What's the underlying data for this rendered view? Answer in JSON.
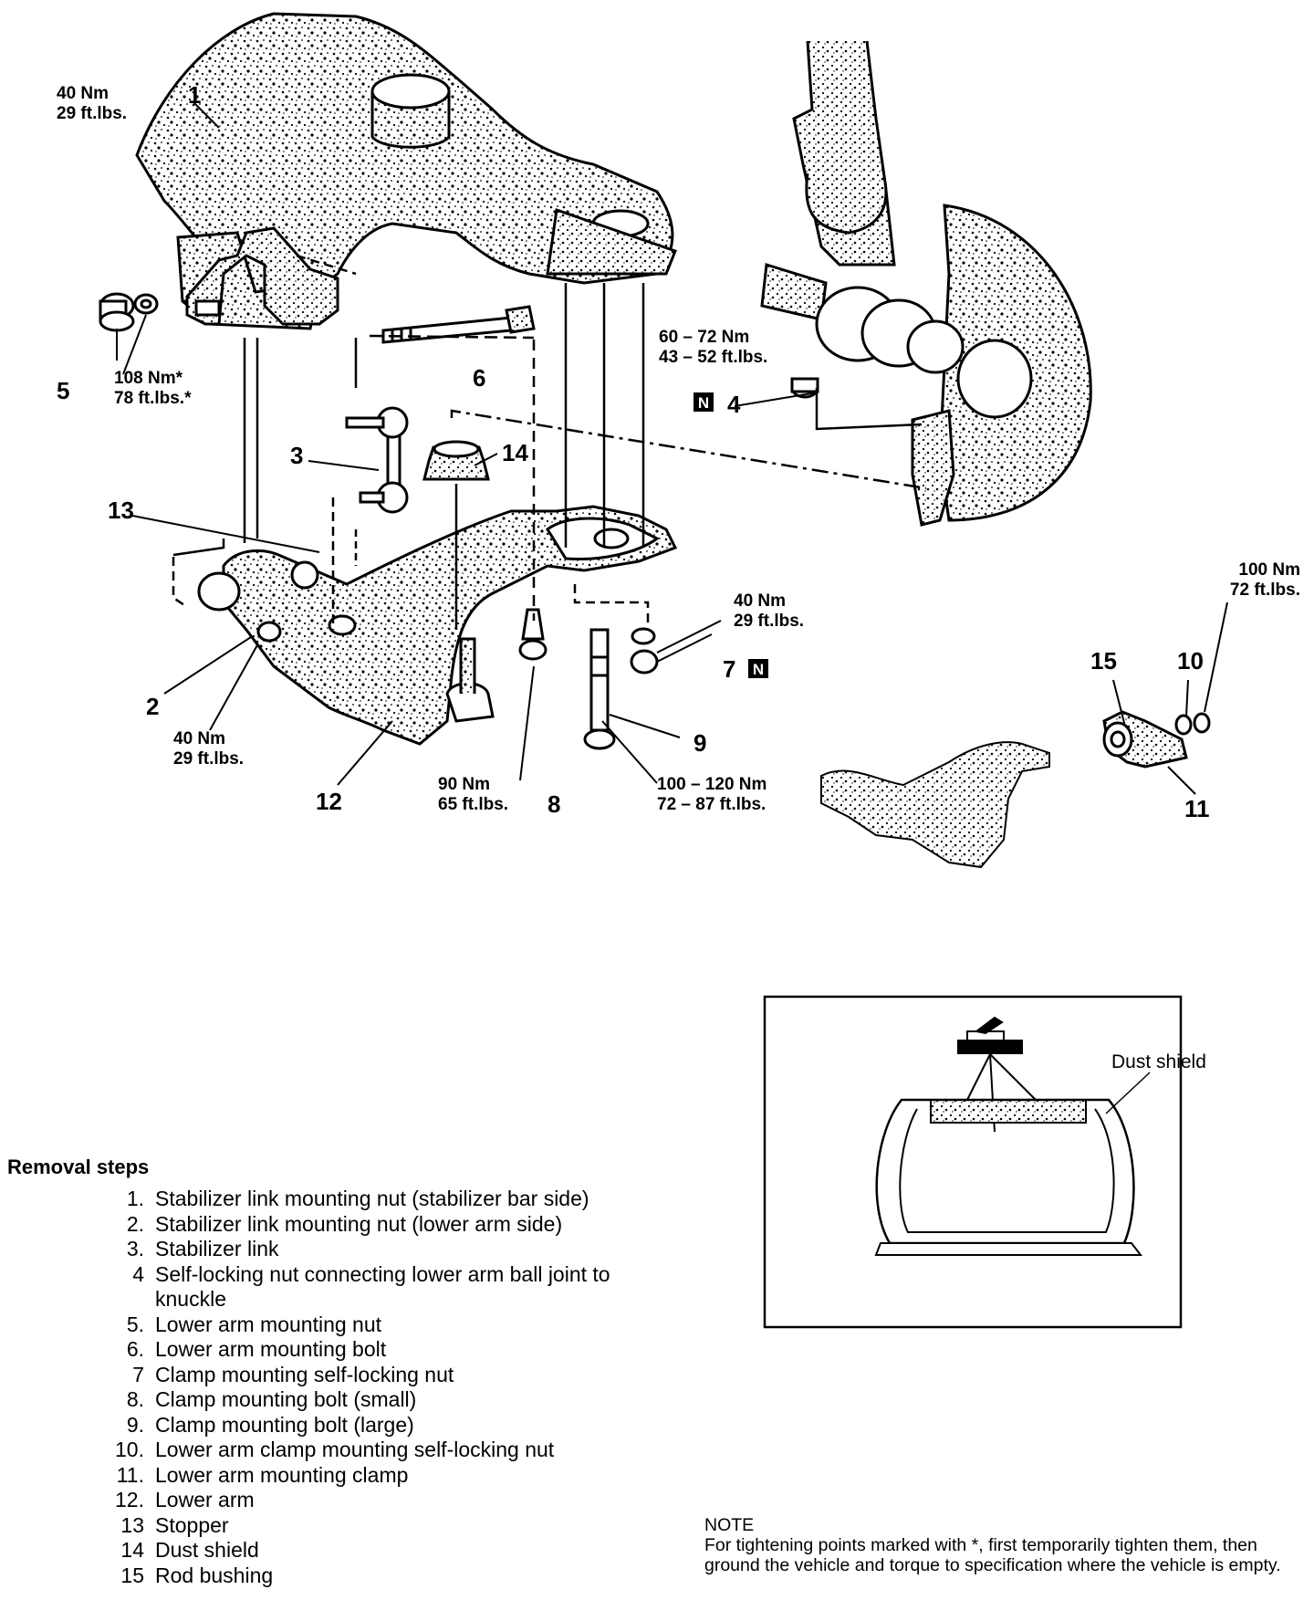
{
  "callouts": {
    "torque_1": "40 Nm\n29 ft.lbs.",
    "torque_5": "108 Nm*\n78 ft.lbs.*",
    "torque_4": "60 – 72 Nm\n43 – 52 ft.lbs.",
    "torque_7": "40 Nm\n29 ft.lbs.",
    "torque_2": "40 Nm\n29 ft.lbs.",
    "torque_8": "90 Nm\n65 ft.lbs.",
    "torque_9": "100 – 120 Nm\n72 – 87 ft.lbs.",
    "torque_10": "100 Nm\n72 ft.lbs.",
    "nut_badge": "N",
    "dust_shield_label": "Dust shield"
  },
  "part_numbers": [
    "1",
    "2",
    "3",
    "4",
    "5",
    "6",
    "7",
    "8",
    "9",
    "10",
    "11",
    "12",
    "13",
    "14",
    "15"
  ],
  "removal_steps": {
    "title": "Removal steps",
    "items": [
      {
        "n": "1.",
        "text": "Stabilizer link mounting nut (stabilizer bar side)"
      },
      {
        "n": "2.",
        "text": "Stabilizer link mounting nut (lower arm side)"
      },
      {
        "n": "3.",
        "text": "Stabilizer link"
      },
      {
        "n": "4",
        "text": "Self-locking nut connecting lower arm ball joint to knuckle"
      },
      {
        "n": "5.",
        "text": "Lower arm mounting nut"
      },
      {
        "n": "6.",
        "text": "Lower arm mounting bolt"
      },
      {
        "n": "7",
        "text": "Clamp mounting self-locking nut"
      },
      {
        "n": "8.",
        "text": "Clamp mounting bolt (small)"
      },
      {
        "n": "9.",
        "text": "Clamp mounting bolt (large)"
      },
      {
        "n": "10.",
        "text": "Lower arm clamp mounting self-locking nut"
      },
      {
        "n": "11.",
        "text": "Lower arm mounting clamp"
      },
      {
        "n": "12.",
        "text": "Lower arm"
      },
      {
        "n": "13",
        "text": "Stopper"
      },
      {
        "n": "14",
        "text": "Dust shield"
      },
      {
        "n": "15",
        "text": "Rod bushing"
      }
    ]
  },
  "note": {
    "heading": "NOTE",
    "text": "For tightening points marked with *, first temporarily tighten them, then ground the vehicle and torque to specification where the vehicle is empty."
  }
}
